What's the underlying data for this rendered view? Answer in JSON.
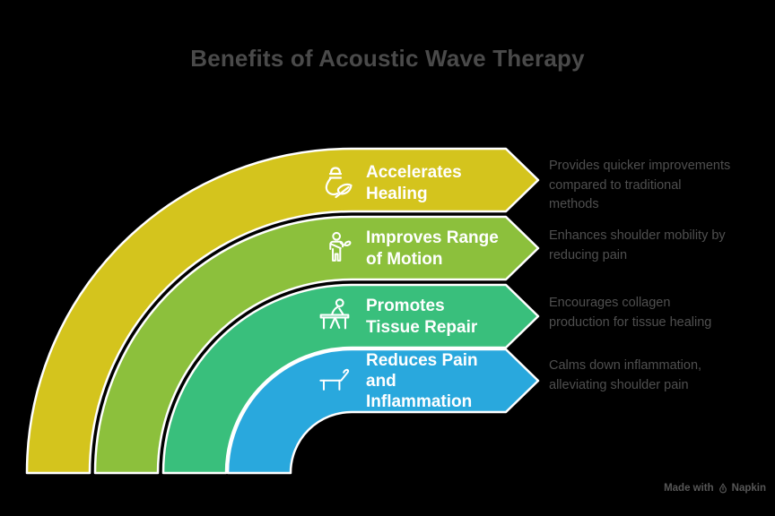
{
  "title": "Benefits of Acoustic Wave Therapy",
  "colors": {
    "background": "#000000",
    "title_text": "#4a4a4a",
    "description_text": "#4f4f4f",
    "label_text": "#ffffff",
    "band_outline": "#ffffff",
    "band_yellow": "#d4c41d",
    "band_yellow_green": "#8cc03c",
    "band_green": "#39bf7c",
    "band_blue": "#29a8dd"
  },
  "bands": [
    {
      "label": "Accelerates\nHealing",
      "description": "Provides quicker improvements\ncompared to traditional\nmethods",
      "color": "#d4c41d",
      "icon": "healing-dropper-leaf-icon"
    },
    {
      "label": "Improves Range\nof Motion",
      "description": "Enhances shoulder mobility by\nreducing pain",
      "color": "#8cc03c",
      "icon": "person-range-of-motion-icon"
    },
    {
      "label": "Promotes\nTissue Repair",
      "description": "Encourages collagen\nproduction for tissue healing",
      "color": "#39bf7c",
      "icon": "therapy-table-icon"
    },
    {
      "label": "Reduces Pain\nand\nInflammation",
      "description": "Calms down inflammation,\nalleviating shoulder pain",
      "color": "#29a8dd",
      "icon": "recliner-icon"
    }
  ],
  "footer": {
    "made_with": "Made with",
    "brand": "Napkin"
  }
}
